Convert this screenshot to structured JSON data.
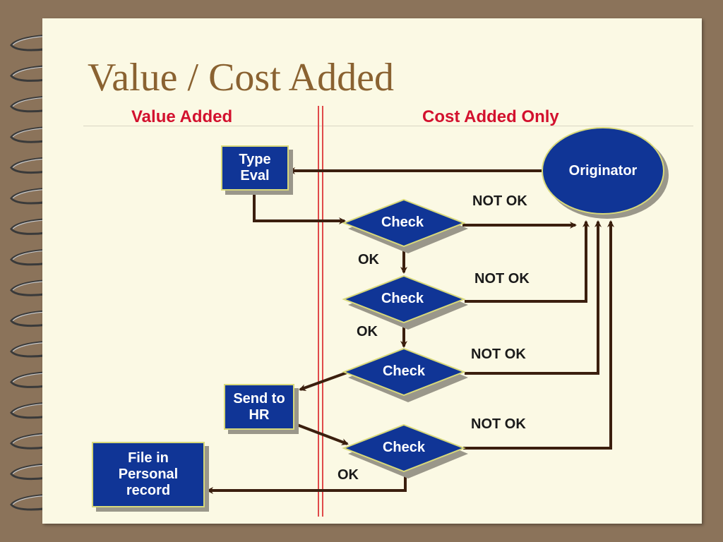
{
  "title": "Value / Cost Added",
  "columns": {
    "left": "Value Added",
    "right": "Cost Added Only"
  },
  "nodes": {
    "originator": "Originator",
    "type_eval": [
      "Type",
      "Eval"
    ],
    "check_1": "Check",
    "check_2": "Check",
    "check_3": "Check",
    "check_4": "Check",
    "send_to_hr": [
      "Send to",
      "HR"
    ],
    "file_record": [
      "File in",
      "Personal",
      "record"
    ]
  },
  "labels": {
    "not_ok_1": "NOT OK",
    "not_ok_2": "NOT OK",
    "not_ok_3": "NOT OK",
    "not_ok_4": "NOT OK",
    "ok_1": "OK",
    "ok_2": "OK",
    "ok_3": "OK"
  },
  "colors": {
    "shape_fill": "#103596",
    "header_red": "#d3112e",
    "title_brown": "#8a6231",
    "arrow": "#3b1f0e"
  }
}
